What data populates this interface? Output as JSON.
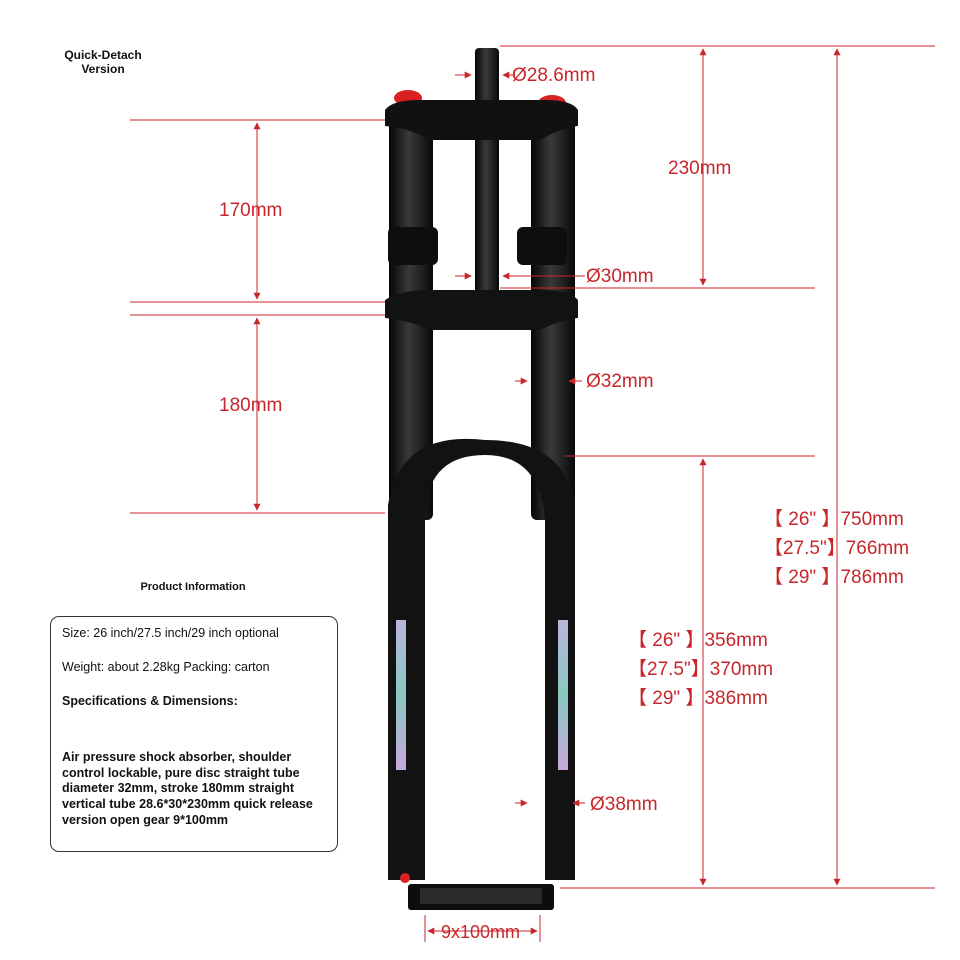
{
  "header": {
    "line1": "Quick-Detach",
    "line2": "Version",
    "product_info_title": "Product Information"
  },
  "dimensions": {
    "steerer_top": "Ø28.6mm",
    "steerer_bottom": "Ø30mm",
    "stanchion": "Ø32mm",
    "lower_leg": "Ø38mm",
    "upper_span": "170mm",
    "lower_span": "180mm",
    "steerer_length": "230mm",
    "axle": "9x100mm"
  },
  "overall_length": [
    {
      "size": "【 26\" 】",
      "value": "750mm"
    },
    {
      "size": "【27.5\"】",
      "value": "766mm"
    },
    {
      "size": "【 29\" 】",
      "value": "786mm"
    }
  ],
  "axle_to_crown": [
    {
      "size": "【 26\" 】",
      "value": "356mm"
    },
    {
      "size": "【27.5\"】",
      "value": "370mm"
    },
    {
      "size": "【 29\" 】",
      "value": "386mm"
    }
  ],
  "info": {
    "size": "Size: 26 inch/27.5 inch/29 inch optional",
    "weight": "Weight: about 2.28kg Packing: carton",
    "specs_title": "Specifications & Dimensions:",
    "description_lines": [
      "Air pressure shock absorber, shoulder",
      "control lockable, pure disc straight tube",
      "diameter 32mm, stroke 180mm straight",
      "vertical tube 28.6*30*230mm quick release",
      "version open gear 9*100mm"
    ]
  },
  "colors": {
    "dimension_red": "#c8262b",
    "fork_black": "#151515"
  }
}
